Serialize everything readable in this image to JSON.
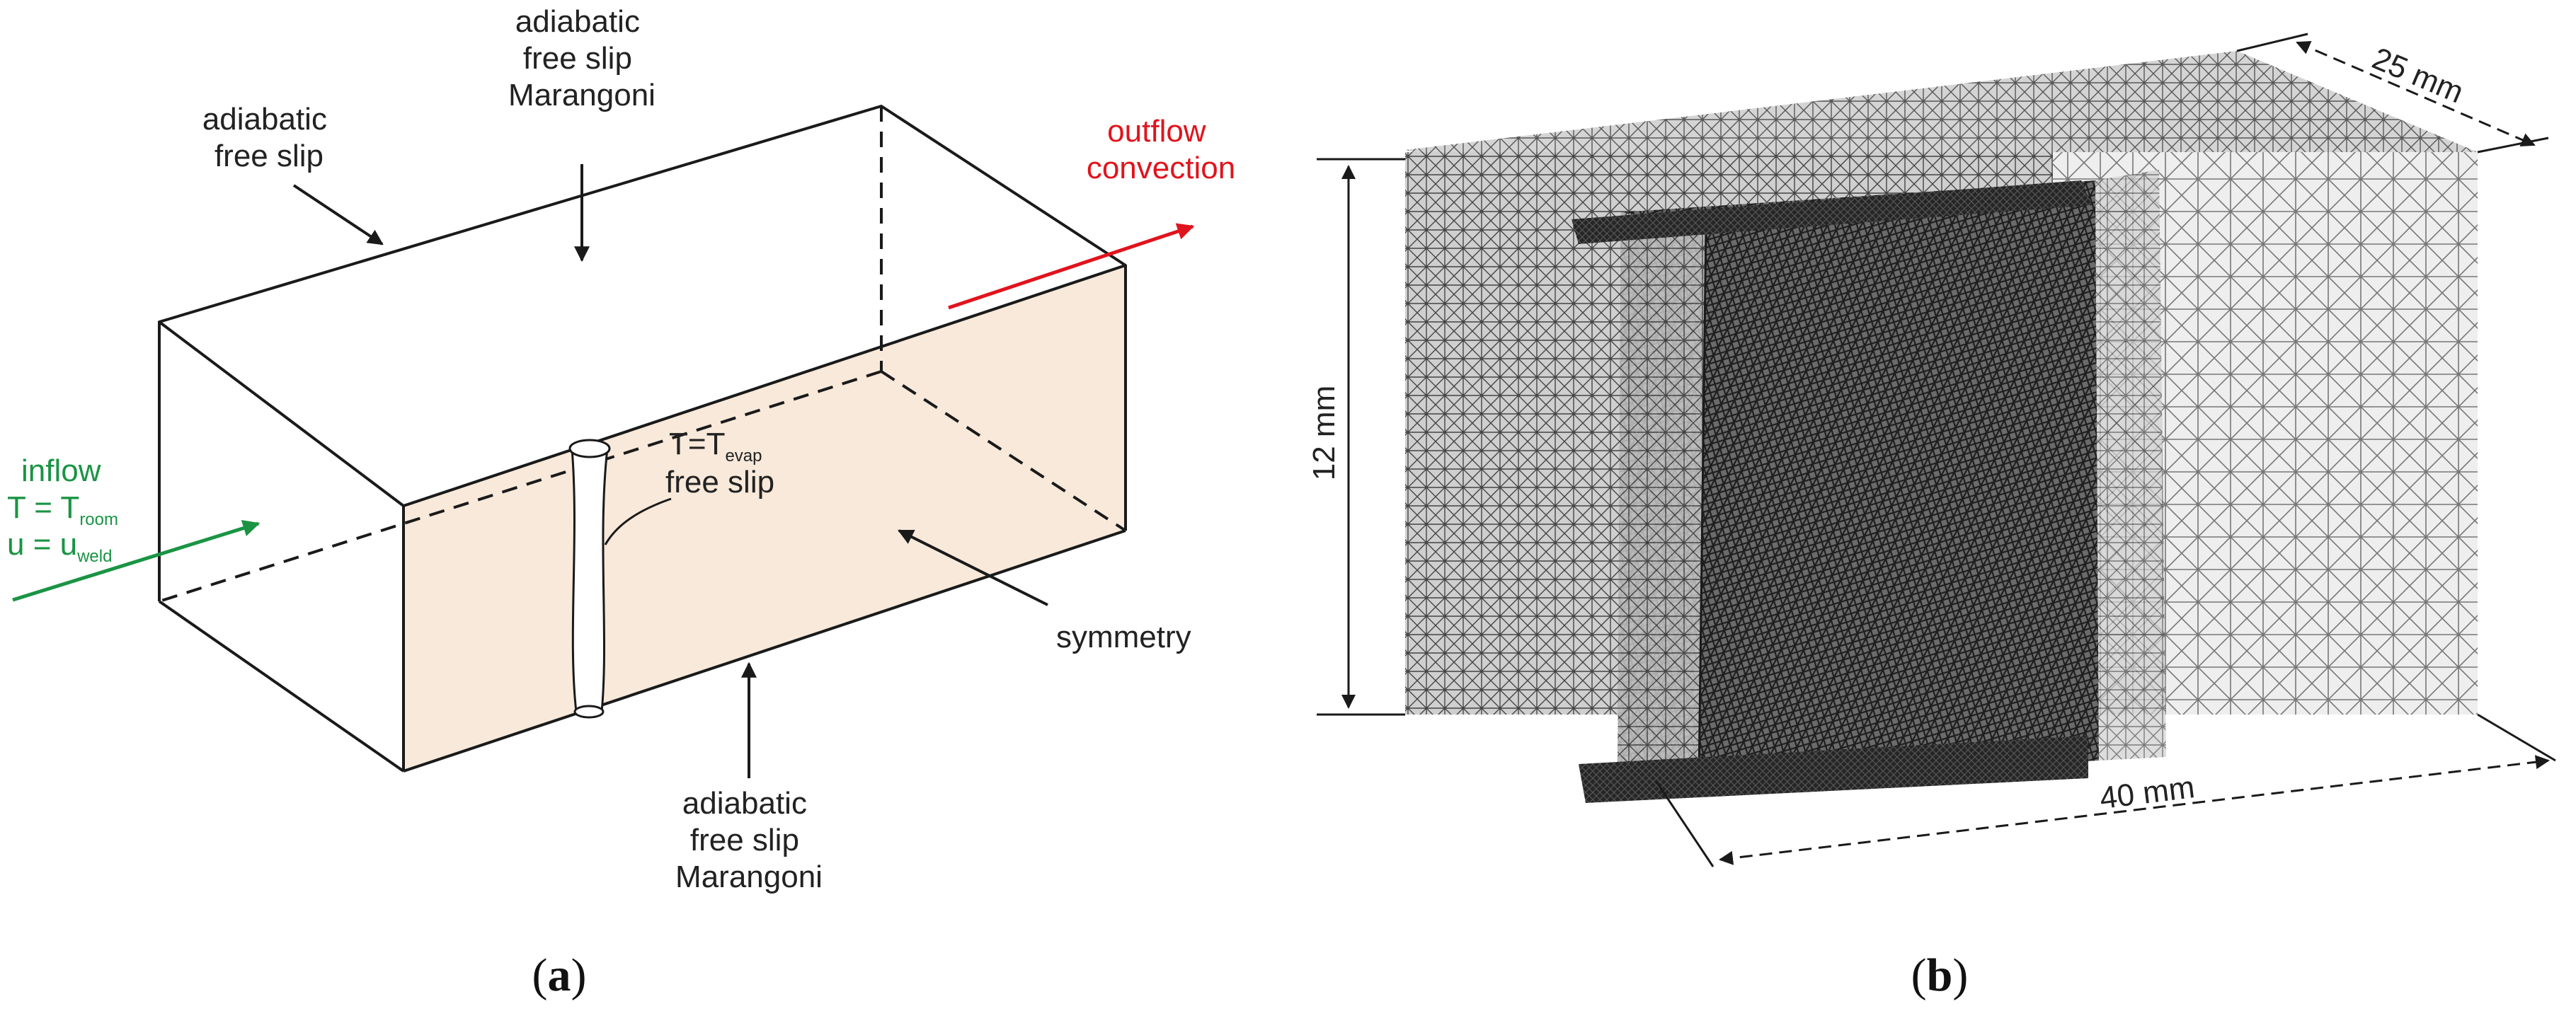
{
  "colors": {
    "stroke": "#1a1a1a",
    "face_fill": "#f8e9da",
    "inflow": "#1a9444",
    "outflow": "#e0141d",
    "text": "#222222",
    "mesh_bg": "#d9d9d9",
    "mesh_dense": "#1c1c1c"
  },
  "panel_a": {
    "caption": "a",
    "labels": {
      "top_left": [
        "adiabatic",
        "free slip"
      ],
      "top_center": [
        "adiabatic",
        "free slip",
        "Marangoni"
      ],
      "outflow": [
        "outflow",
        "convection"
      ],
      "inflow_title": "inflow",
      "inflow_t": "T = T",
      "inflow_t_sub": "room",
      "inflow_u": "u = u",
      "inflow_u_sub": "weld",
      "evap_t": "T=T",
      "evap_sub": "evap",
      "evap_slip": "free slip",
      "symmetry": "symmetry",
      "bottom": [
        "adiabatic",
        "free slip",
        "Marangoni"
      ]
    }
  },
  "panel_b": {
    "caption": "b",
    "dims": {
      "depth": "25 mm",
      "height": "12 mm",
      "length": "40 mm"
    }
  }
}
